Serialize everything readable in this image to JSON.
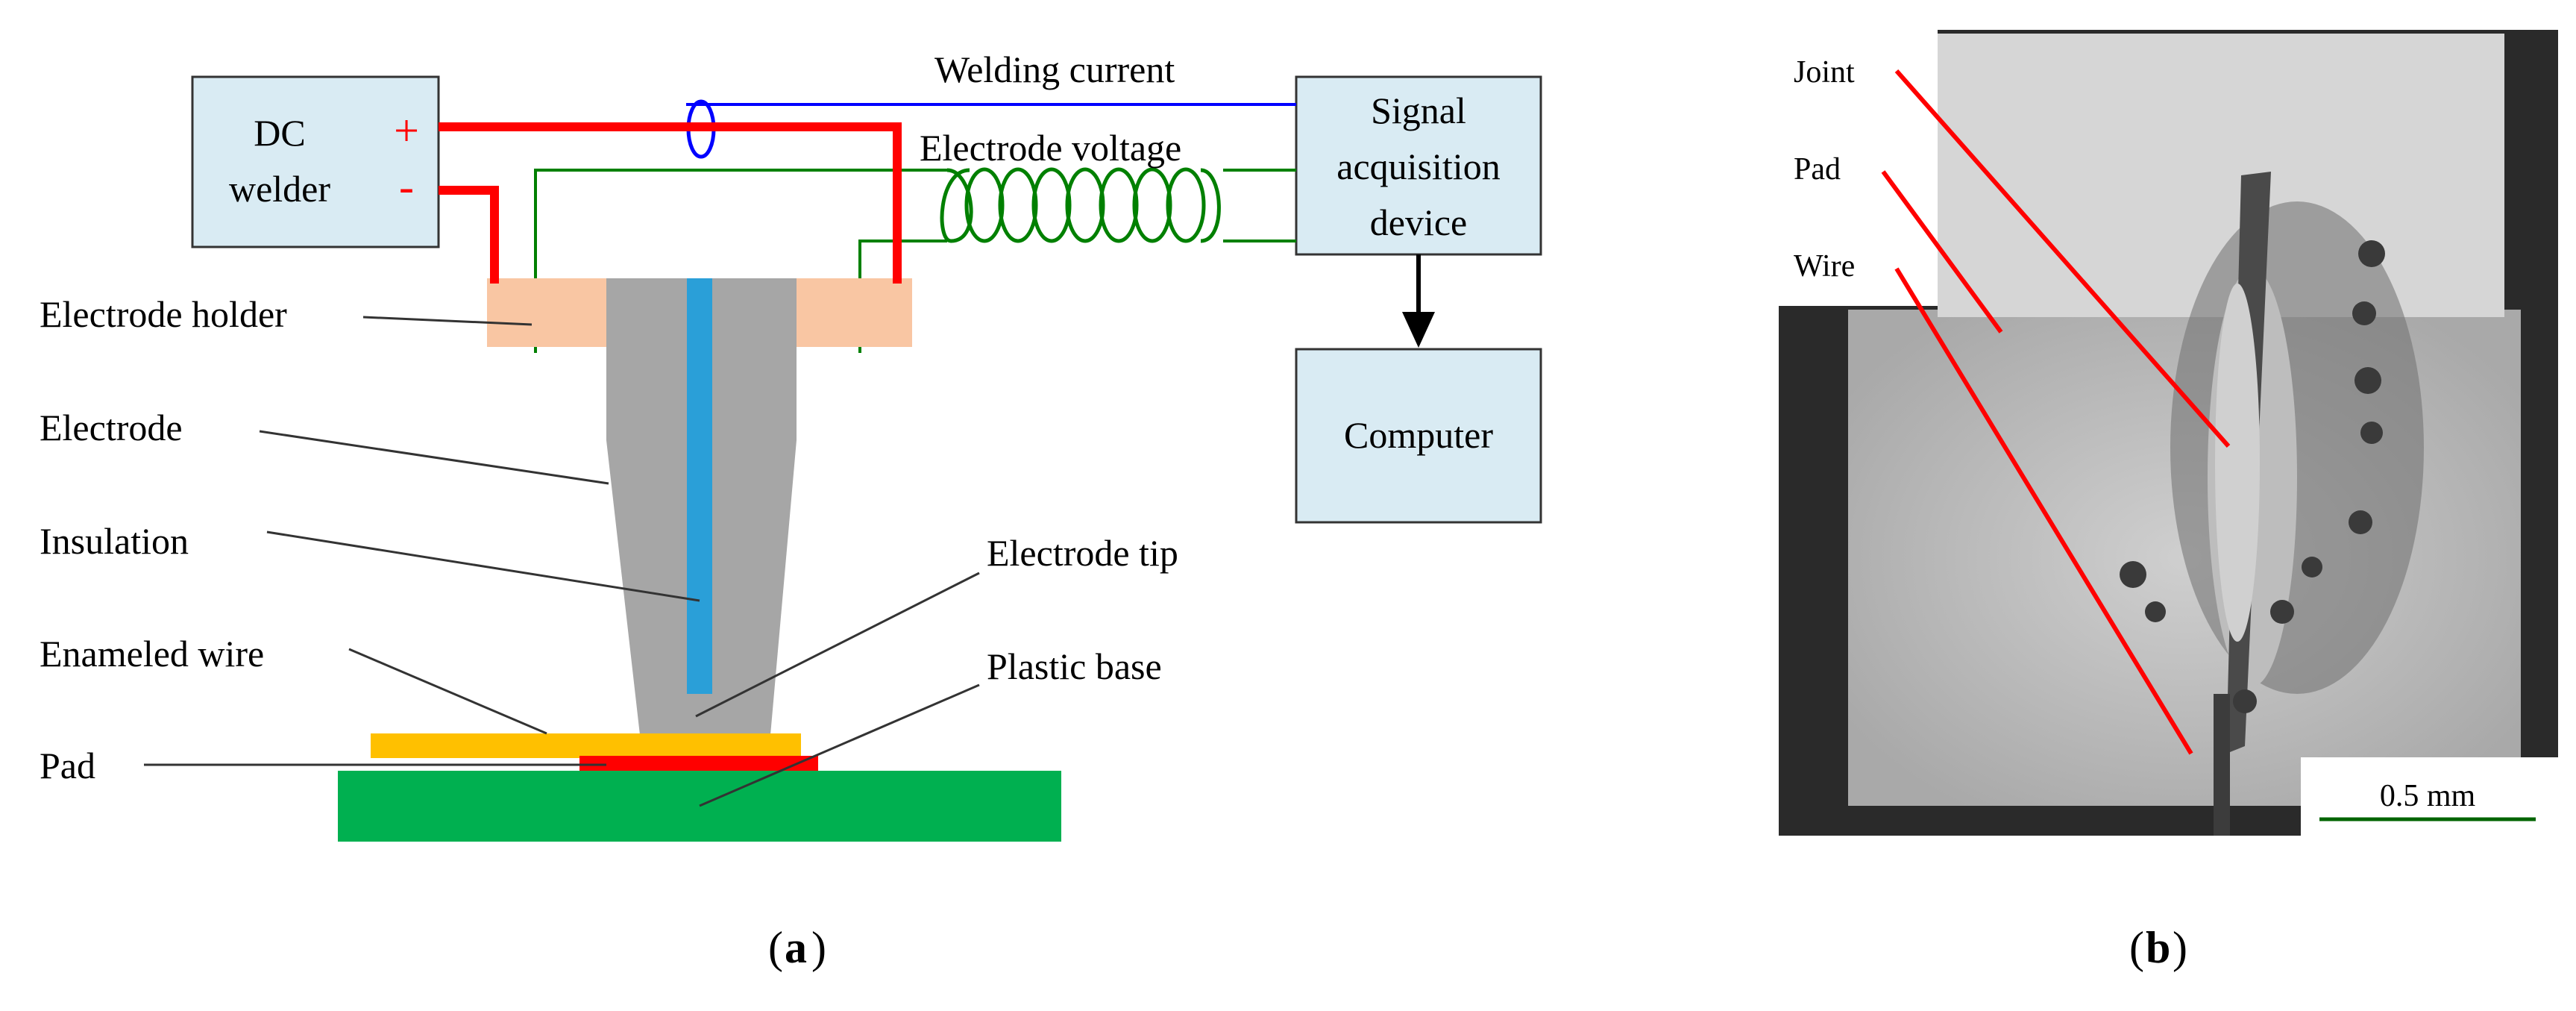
{
  "panel_a": {
    "dc_welder": {
      "line1": "DC",
      "line2": "welder",
      "plus": "+",
      "minus": "-"
    },
    "signal_device": {
      "line1": "Signal",
      "line2": "acquisition",
      "line3": "device"
    },
    "computer": "Computer",
    "welding_current": "Welding current",
    "electrode_voltage": "Electrode voltage",
    "labels": {
      "electrode_holder": "Electrode holder",
      "electrode": "Electrode",
      "insulation": "Insulation",
      "enameled_wire": "Enameled wire",
      "pad": "Pad",
      "electrode_tip": "Electrode tip",
      "plastic_base": "Plastic base"
    },
    "caption": "a"
  },
  "panel_b": {
    "labels": {
      "joint": "Joint",
      "pad": "Pad",
      "wire": "Wire"
    },
    "scale_bar": "0.5 mm",
    "caption": "b"
  },
  "colors": {
    "box_fill": "#d9ebf3",
    "holder": "#f9c6a3",
    "electrode": "#a6a6a6",
    "insulation": "#2a9fd8",
    "wire_yellow": "#ffc000",
    "pad_red": "#ff0000",
    "base_green": "#00b050",
    "current_line": "#0000ff",
    "voltage_line": "#008000",
    "power_line": "#ff0000"
  }
}
